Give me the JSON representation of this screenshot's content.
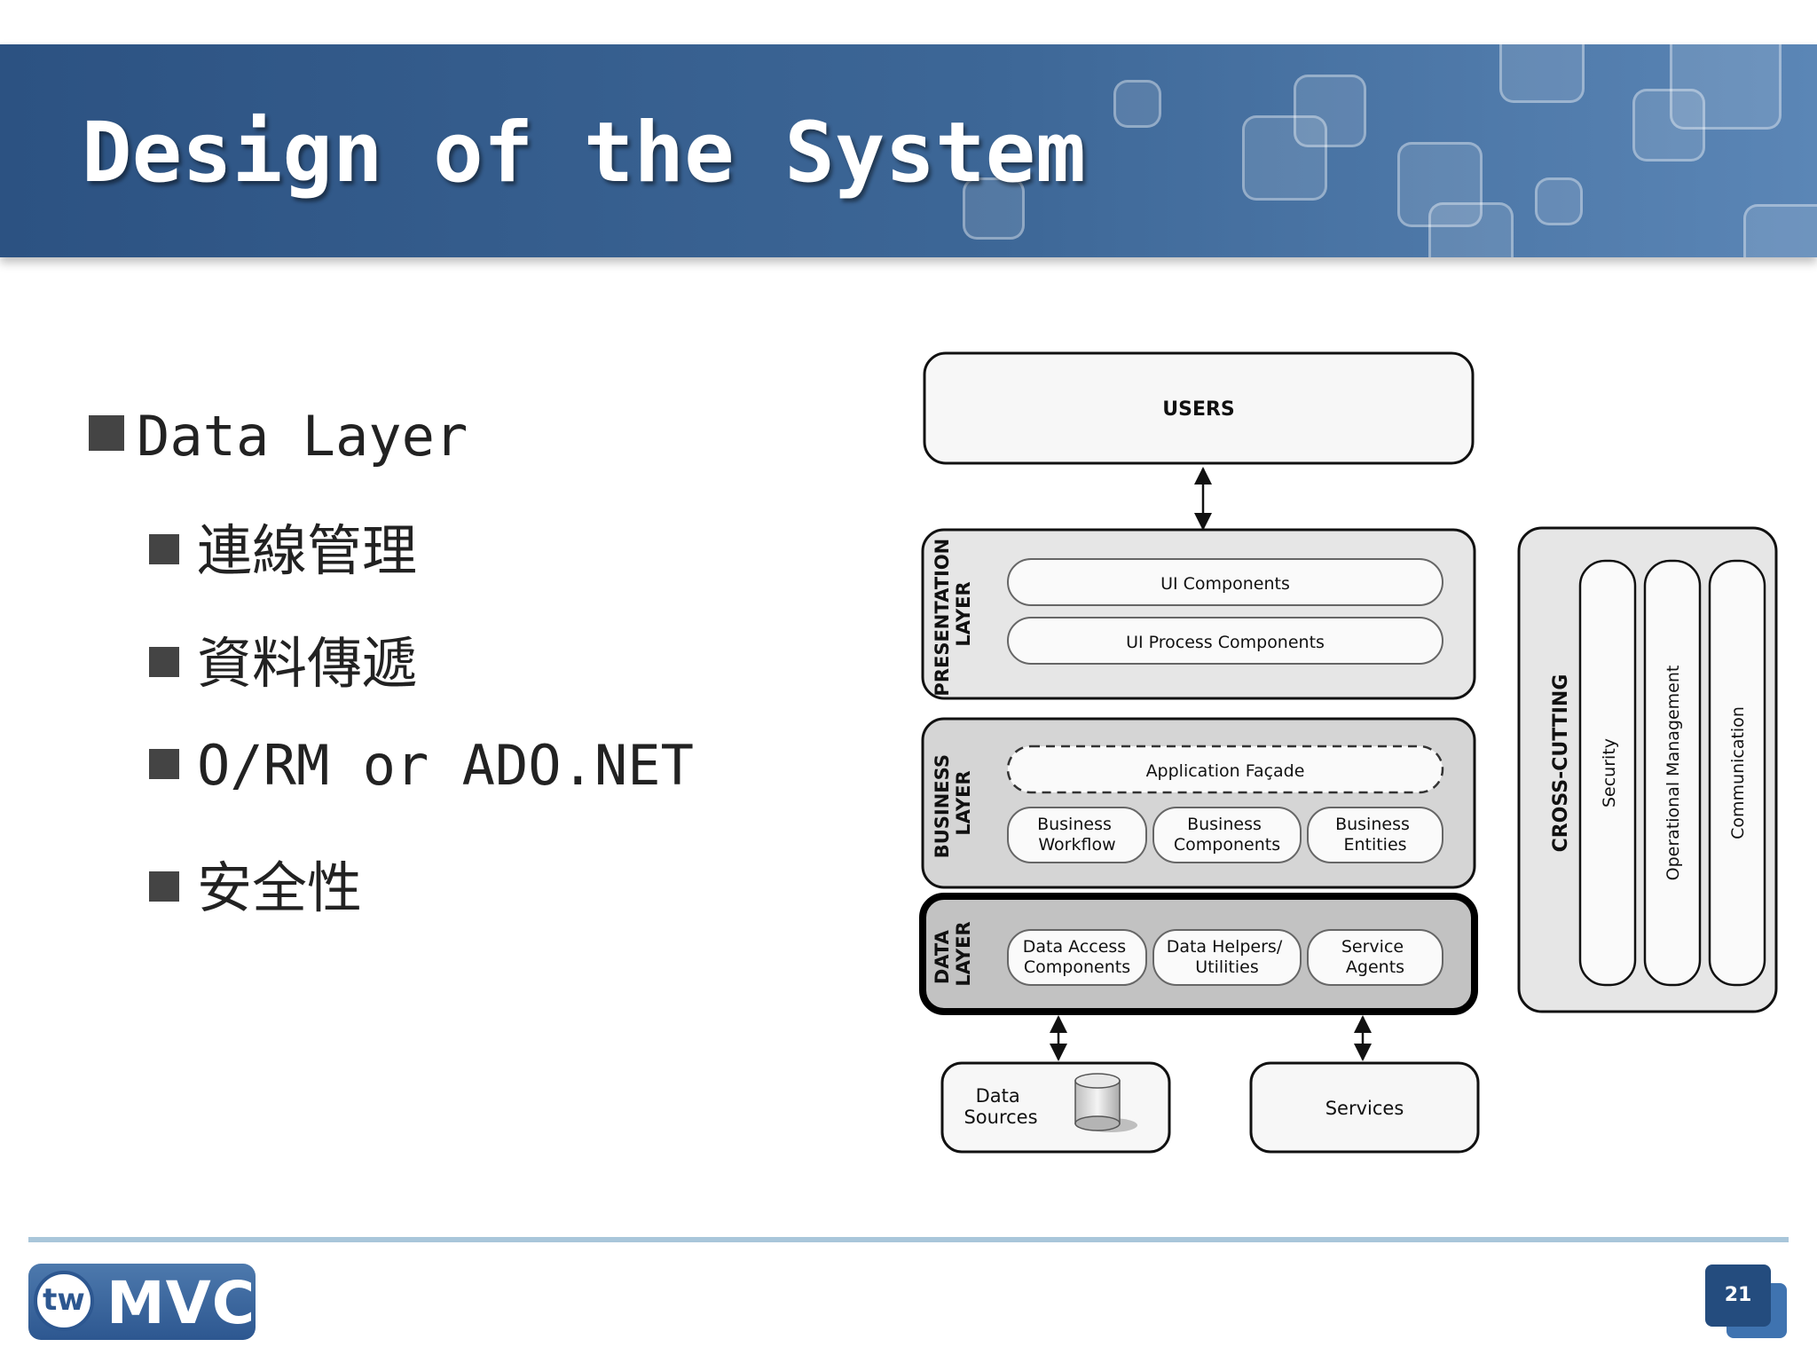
{
  "slide": {
    "title": "Design of the System",
    "page_number": "21"
  },
  "bullets": {
    "main": "Data Layer",
    "sub": [
      "連線管理",
      "資料傳遞",
      "O/RM or ADO.NET",
      "安全性"
    ]
  },
  "diagram": {
    "users": "USERS",
    "presentation": {
      "label": [
        "PRESENTATION",
        "LAYER"
      ],
      "items": [
        "UI Components",
        "UI Process Components"
      ]
    },
    "business": {
      "label": [
        "BUSINESS",
        "LAYER"
      ],
      "facade": "Application Façade",
      "items": [
        [
          "Business",
          "Workflow"
        ],
        [
          "Business",
          "Components"
        ],
        [
          "Business",
          "Entities"
        ]
      ]
    },
    "data": {
      "label": [
        "DATA",
        "LAYER"
      ],
      "items": [
        [
          "Data Access",
          "Components"
        ],
        [
          "Data Helpers/",
          "Utilities"
        ],
        [
          "Service",
          "Agents"
        ]
      ]
    },
    "data_sources": [
      "Data",
      "Sources"
    ],
    "services": "Services",
    "cross_cutting": {
      "label": "CROSS-CUTTING",
      "items": [
        "Security",
        "Operational Management",
        "Communication"
      ]
    }
  },
  "logo": {
    "mark": "tw",
    "text": "MVC"
  }
}
